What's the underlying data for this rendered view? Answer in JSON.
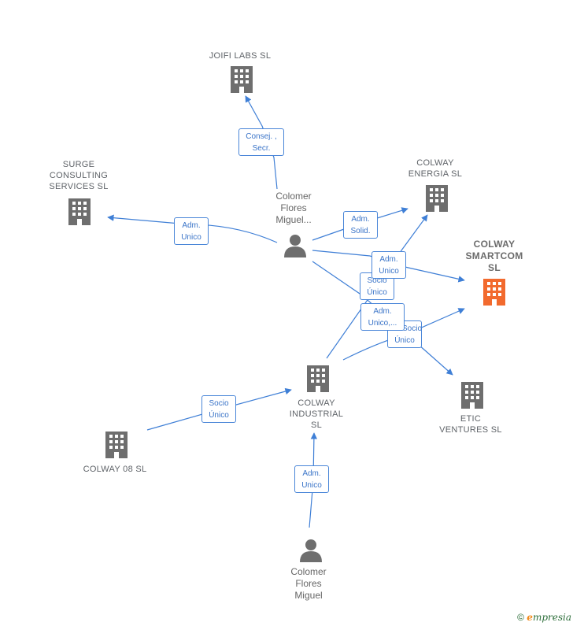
{
  "nodes": {
    "joifi": "JOIFI LABS  SL",
    "surge": [
      "SURGE",
      "CONSULTING",
      "SERVICES SL"
    ],
    "person_top": [
      "Colomer",
      "Flores",
      "Miguel..."
    ],
    "energia": [
      "COLWAY",
      "ENERGIA  SL"
    ],
    "smartcom": [
      "COLWAY",
      "SMARTCOM",
      "SL"
    ],
    "industrial": [
      "COLWAY",
      "INDUSTRIAL",
      "SL"
    ],
    "etic": [
      "ETIC",
      "VENTURES  SL"
    ],
    "colway08": "COLWAY 08 SL",
    "person_bottom": [
      "Colomer",
      "Flores",
      "Miguel"
    ]
  },
  "roles": {
    "joifi": [
      "Consej. ,",
      "Secr."
    ],
    "surge": [
      "Adm.",
      "Unico"
    ],
    "energia": [
      "Adm.",
      "Solid."
    ],
    "smartcom_person": [
      "Adm.",
      "Unico"
    ],
    "socio_unico_1": [
      "Socio",
      "Único"
    ],
    "adm_unico_multi": [
      "Adm.",
      "Unico,..."
    ],
    "socio_unico_2": [
      "Socio",
      "Único"
    ],
    "colway08": [
      "Socio",
      "Único"
    ],
    "industrial_person": [
      "Adm.",
      "Unico"
    ]
  },
  "colors": {
    "edge": "#3f7fd6",
    "building": "#6e6e6e",
    "building_highlight": "#f26a2e",
    "person": "#6e6e6e"
  },
  "footer": {
    "copyright": "©",
    "brand_e": "e",
    "brand_rest": "mpresia"
  }
}
